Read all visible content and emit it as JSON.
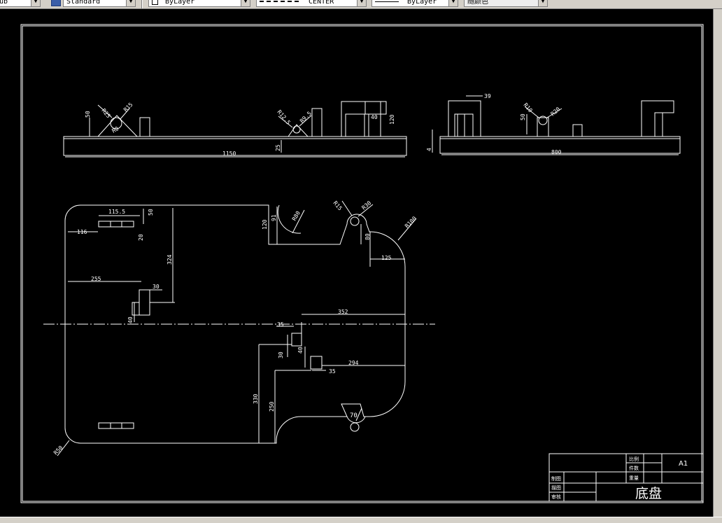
{
  "toolbar": {
    "text_style_value": "ub",
    "dim_style_value": "Standard",
    "layer_value": "ByLayer",
    "linetype_value": "CENTER",
    "lineweight_value": "ByLayer",
    "color_value": "随颜色"
  },
  "drawing": {
    "front_view_dims": {
      "r25": "R25",
      "r15": "R15",
      "d50": "50",
      "r0": "R0",
      "r12_5": "R12.5",
      "r95": "R9.5",
      "d40": "40",
      "d120": "120",
      "d25": "25",
      "d1150": "1150"
    },
    "side_view_dims": {
      "d39": "39",
      "r10": "R10",
      "r20": "R20",
      "d50": "50",
      "d4": "4",
      "d800": "800"
    },
    "plan_view_dims": {
      "d115_5": "115.5",
      "d50": "50",
      "d116": "116",
      "d20": "20",
      "d324": "324",
      "d120": "120",
      "d91": "91",
      "r80": "R80",
      "r15": "R15",
      "r30": "R30",
      "d80": "80",
      "r100": "R100",
      "d125": "125",
      "d255": "255",
      "d30": "30",
      "d40a": "40",
      "d352": "352",
      "d35a": "35",
      "d30b": "30",
      "d40b": "40",
      "d294": "294",
      "d35b": "35",
      "d330": "330",
      "d250": "250",
      "r70": "70",
      "r50": "R50"
    },
    "title_block": {
      "scale_label": "比例",
      "count_label": "件数",
      "weight_label": "重量",
      "drawn_label": "制图",
      "designed_label": "描图",
      "checked_label": "审核",
      "sheet_size": "A1",
      "part_name": "底盘"
    }
  }
}
